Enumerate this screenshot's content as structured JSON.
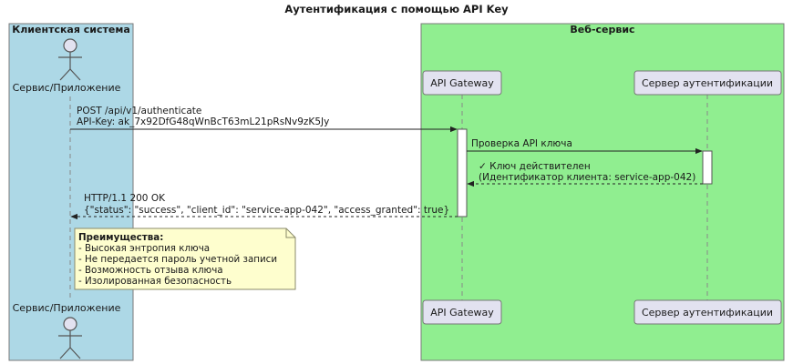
{
  "title": "Аутентификация с помощью API Key",
  "boxes": {
    "client": {
      "title": "Клиентская система",
      "color": "#add8e6"
    },
    "web": {
      "title": "Веб-сервис",
      "color": "#90ee90"
    }
  },
  "participants": {
    "client_app": "Сервис/Приложение",
    "gateway": "API Gateway",
    "auth_server": "Сервер аутентификации"
  },
  "messages": {
    "m1_line1": "POST /api/v1/authenticate",
    "m1_line2": "API-Key: ak_7x92DfG48qWnBcT63mL21pRsNv9zK5Jy",
    "m2": "Проверка API ключа",
    "m3_line1": "✓ Ключ действителен",
    "m3_line2": "(Идентификатор клиента: service-app-042)",
    "m4_line1": "HTTP/1.1 200 OK",
    "m4_line2": "{\"status\": \"success\", \"client_id\": \"service-app-042\", \"access_granted\": true}"
  },
  "note": {
    "heading": "Преимущества:",
    "items": [
      "- Высокая энтропия ключа",
      "- Не передается пароль учетной записи",
      "- Возможность отзыва ключа",
      "- Изолированная безопасность"
    ],
    "color": "#fefece"
  },
  "colors": {
    "participant_fill": "#e2e2f0",
    "activation_fill": "#ffffff"
  }
}
